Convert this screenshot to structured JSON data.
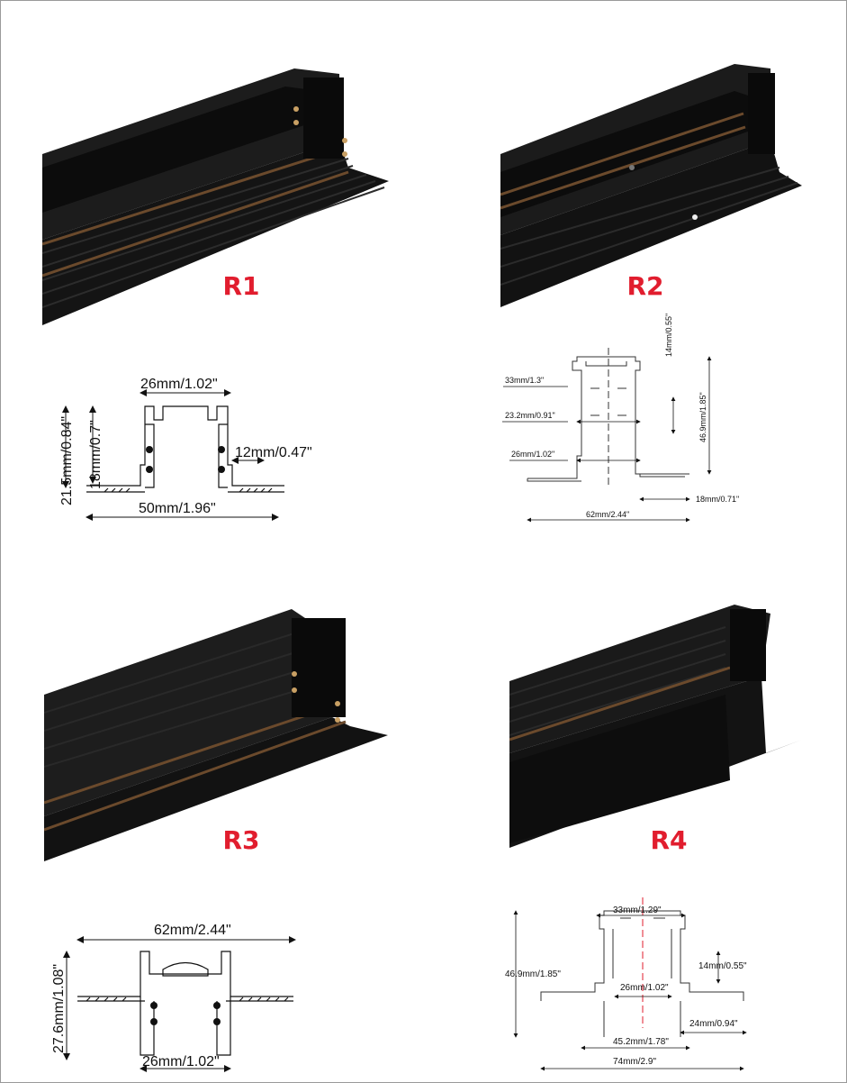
{
  "colors": {
    "accent": "#e11d2e",
    "profile": "#111111",
    "brass": "#6b4a2c",
    "drawing_line": "#222222"
  },
  "models": [
    {
      "label": "R1",
      "dims": {
        "top": "26mm/1.02\"",
        "height_outer": "21.5mm/0.84\"",
        "height_inner": "18mm/0.7\"",
        "side": "12mm/0.47\"",
        "bottom": "50mm/1.96\""
      }
    },
    {
      "label": "R2",
      "dims": {
        "top_gap": "14mm/0.55\"",
        "width_outer": "33mm/1.3\"",
        "width_inner": "23.2mm/0.91\"",
        "width_base": "26mm/1.02\"",
        "height": "46.9mm/1.85\"",
        "flange": "18mm/0.71\"",
        "bottom": "62mm/2.44\""
      }
    },
    {
      "label": "R3",
      "dims": {
        "top": "62mm/2.44\"",
        "height": "27.6mm/1.08\"",
        "bottom": "26mm/1.02\""
      }
    },
    {
      "label": "R4",
      "dims": {
        "top": "33mm/1.29\"",
        "height": "46.9mm/1.85\"",
        "gap": "14mm/0.55\"",
        "inner": "26mm/1.02\"",
        "flange": "24mm/0.94\"",
        "span": "45.2mm/1.78\"",
        "bottom": "74mm/2.9\""
      }
    }
  ]
}
